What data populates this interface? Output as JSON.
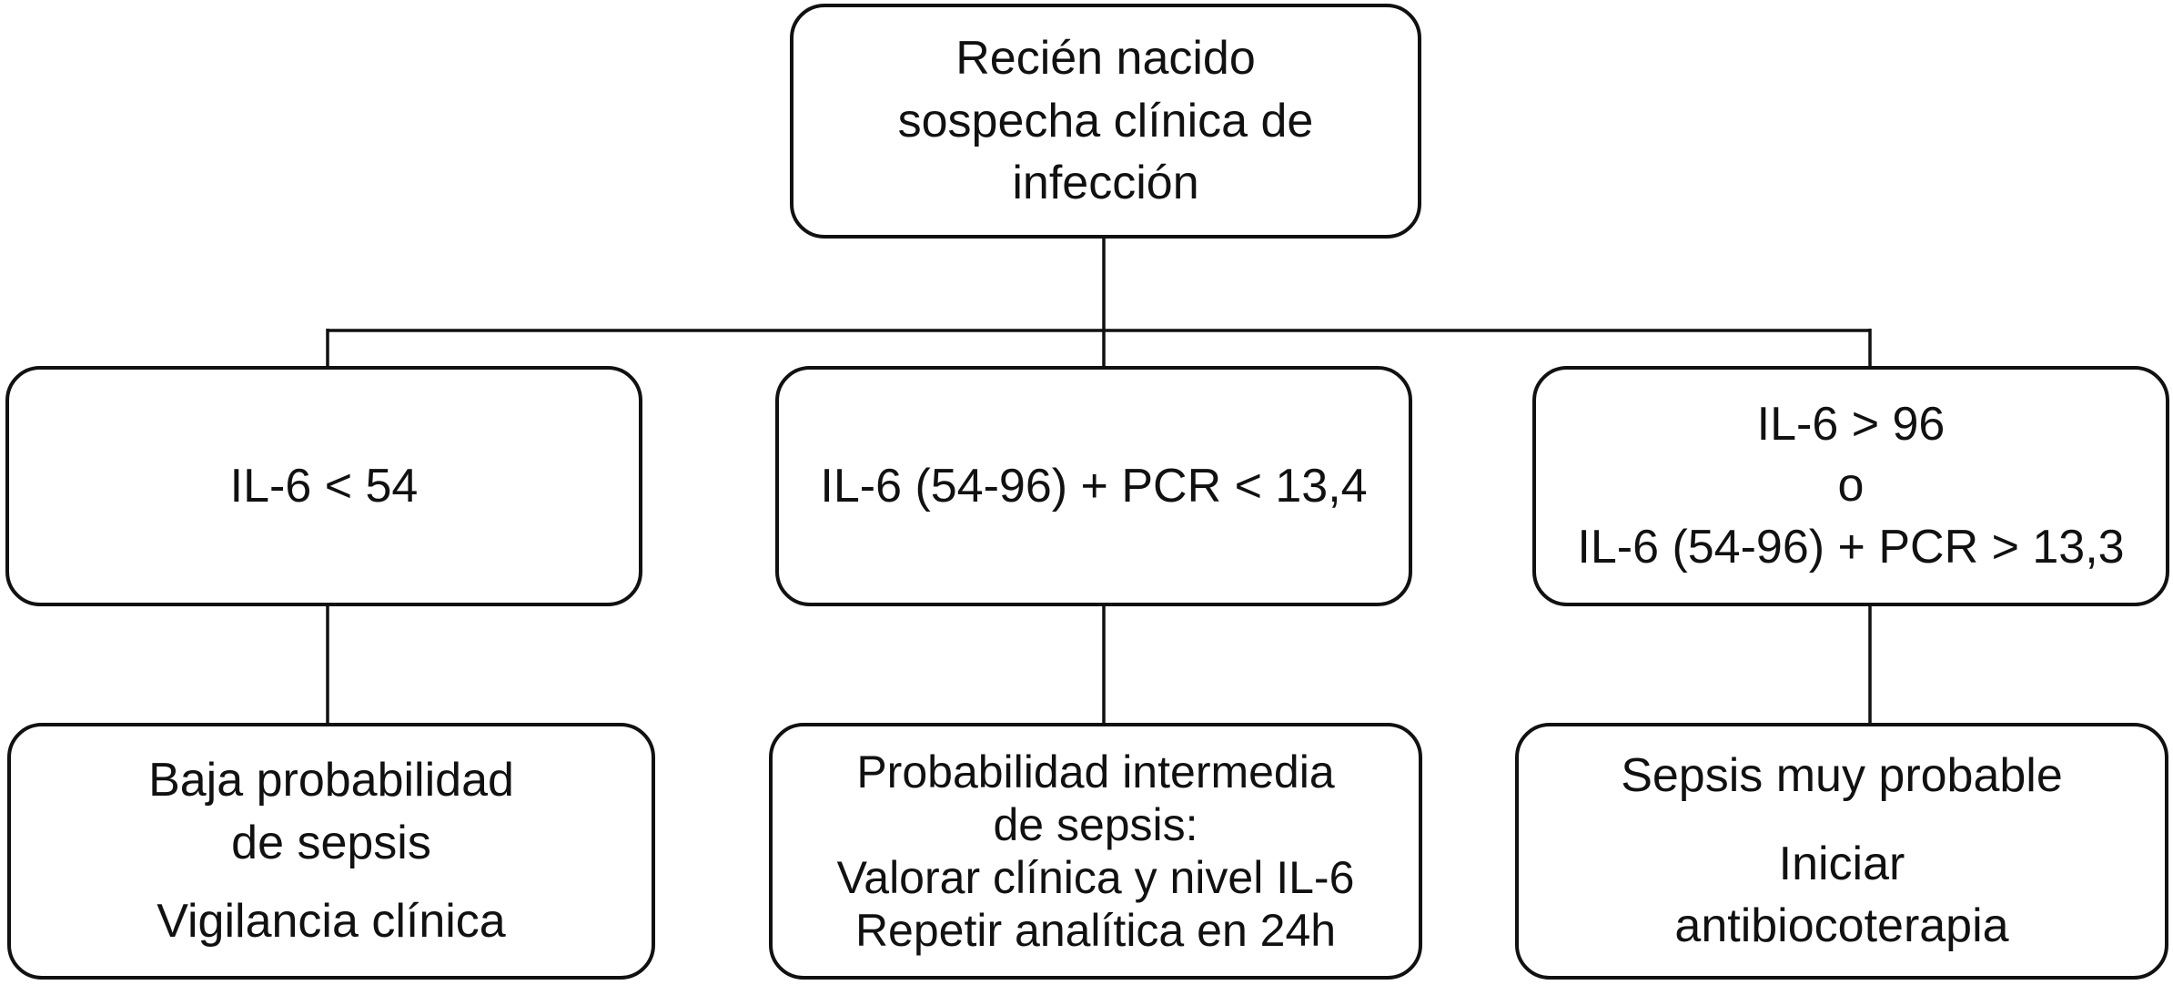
{
  "colors": {
    "border": "#111111",
    "text": "#111111",
    "background": "#ffffff"
  },
  "nodes": {
    "root": {
      "lines": [
        "Recién nacido",
        "sospecha clínica de",
        "infección"
      ]
    },
    "cond_low": {
      "lines": [
        "IL-6 < 54"
      ]
    },
    "cond_mid": {
      "lines": [
        "IL-6 (54-96) + PCR < 13,4"
      ]
    },
    "cond_high": {
      "lines": [
        "IL-6 > 96",
        "o",
        "IL-6 (54-96) + PCR > 13,3"
      ]
    },
    "out_low": {
      "lines": [
        "Baja probabilidad",
        "de sepsis",
        "Vigilancia clínica"
      ]
    },
    "out_mid": {
      "lines": [
        "Probabilidad intermedia",
        "de sepsis:",
        "Valorar clínica y nivel IL-6",
        "Repetir analítica en 24h"
      ]
    },
    "out_high": {
      "lines": [
        "Sepsis muy probable",
        "Iniciar",
        "antibiocoterapia"
      ]
    }
  }
}
